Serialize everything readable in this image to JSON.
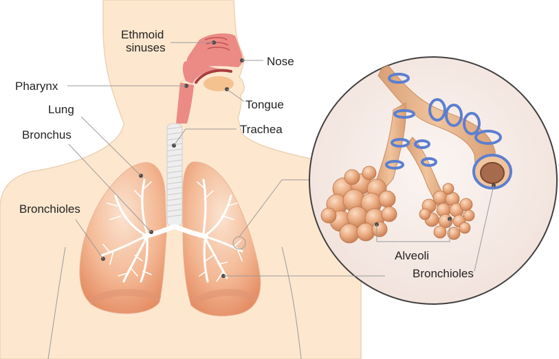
{
  "labels": {
    "ethmoid_sinuses_line1": "Ethmoid",
    "ethmoid_sinuses_line2": "sinuses",
    "nose": "Nose",
    "pharynx": "Pharynx",
    "tongue": "Tongue",
    "lung": "Lung",
    "trachea": "Trachea",
    "bronchus": "Bronchus",
    "bronchioles": "Bronchioles",
    "alveoli": "Alveoli",
    "bronchioles_detail": "Bronchioles"
  },
  "colors": {
    "skin": "#fde7cf",
    "skin_outline": "#e8c9a8",
    "airway": "#ec8a86",
    "airway_dark": "#b84848",
    "lung": "#f2b08a",
    "lung_dark": "#e38e66",
    "bronchial_tree": "#ffffff",
    "bronchiole_tube": "#e7b58a",
    "ring": "#5c7fd0",
    "alveoli": "#e6a477",
    "magnifier_bg": "#f7ece6"
  }
}
